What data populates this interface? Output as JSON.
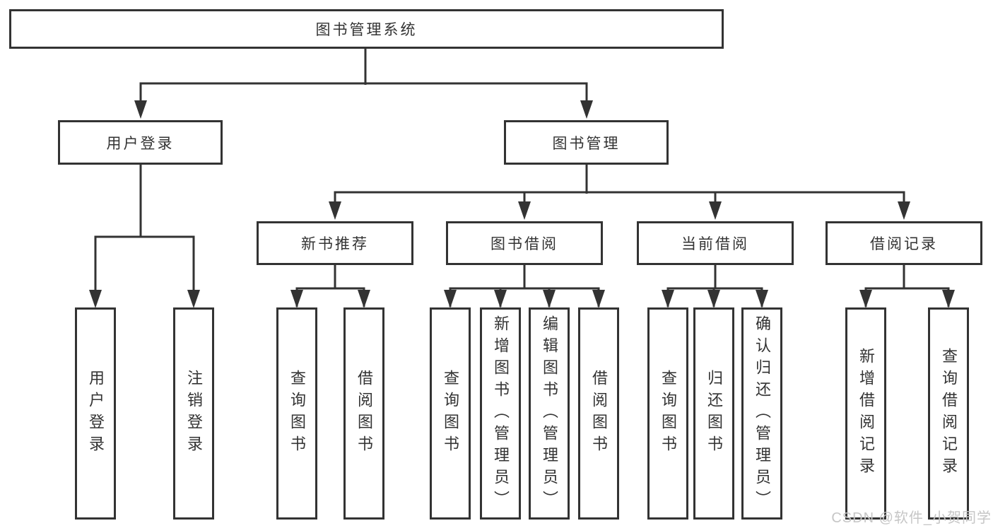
{
  "colors": {
    "line": "#333333",
    "box-bg": "#ffffff",
    "text": "#333333",
    "watermark": "#c6c6c6",
    "page-bg": "#ffffff"
  },
  "watermark": {
    "text": "CSDN @软件_小贺同学"
  },
  "tree": {
    "label": "图书管理系统",
    "children": [
      {
        "label": "用户登录",
        "children": [
          {
            "label": "用户登录"
          },
          {
            "label": "注销登录"
          }
        ]
      },
      {
        "label": "图书管理",
        "children": [
          {
            "label": "新书推荐",
            "children": [
              {
                "label": "查询图书"
              },
              {
                "label": "借阅图书"
              }
            ]
          },
          {
            "label": "图书借阅",
            "children": [
              {
                "label": "查询图书"
              },
              {
                "label": "新增图书（管理员）"
              },
              {
                "label": "编辑图书（管理员）"
              },
              {
                "label": "借阅图书"
              }
            ]
          },
          {
            "label": "当前借阅",
            "children": [
              {
                "label": "查询图书"
              },
              {
                "label": "归还图书"
              },
              {
                "label": "确认归还（管理员）"
              }
            ]
          },
          {
            "label": "借阅记录",
            "children": [
              {
                "label": "新增借阅记录"
              },
              {
                "label": "查询借阅记录"
              }
            ]
          }
        ]
      }
    ]
  }
}
